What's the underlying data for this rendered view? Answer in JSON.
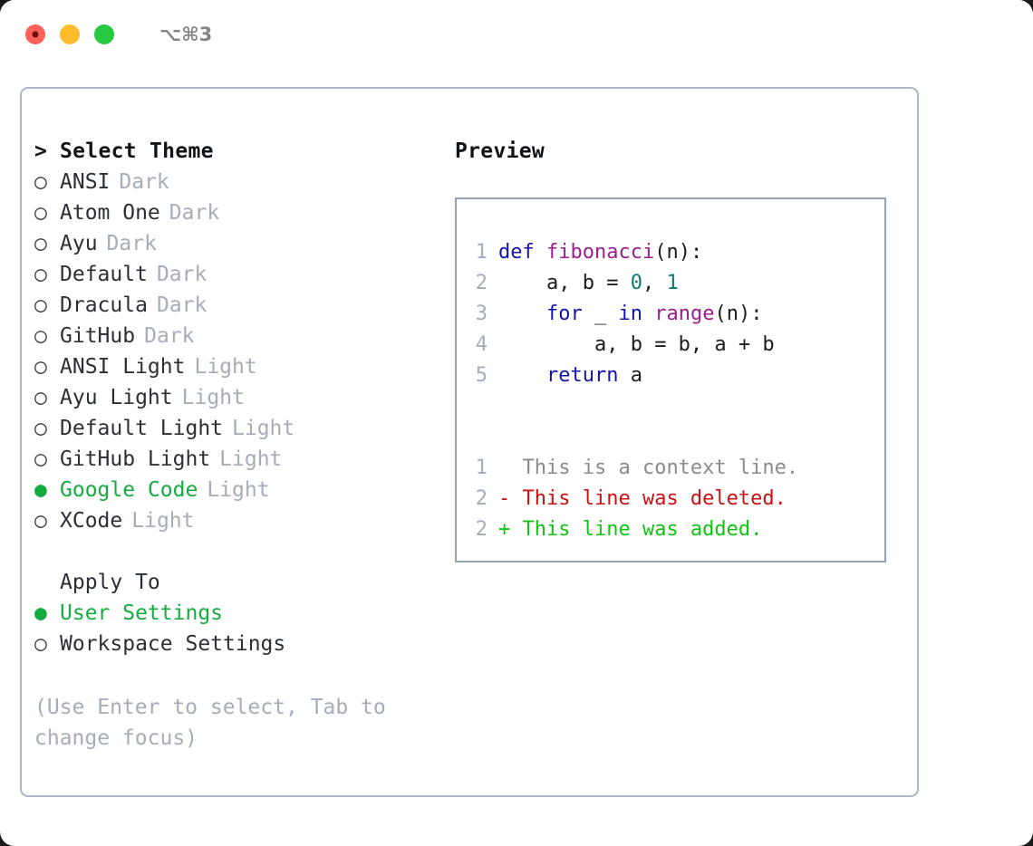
{
  "titlebar": {
    "shortcut": "⌥⌘3",
    "buttons": [
      {
        "name": "close",
        "color": "#ff6059"
      },
      {
        "name": "minimize",
        "color": "#ffbd2e"
      },
      {
        "name": "maximize",
        "color": "#26c93f"
      }
    ]
  },
  "theme_picker": {
    "header": {
      "caret": ">",
      "label": "Select Theme"
    },
    "markers": {
      "unselected": "○",
      "selected": "●"
    },
    "items": [
      {
        "marker": "○",
        "label": "ANSI",
        "suffix": "Dark",
        "selected": false
      },
      {
        "marker": "○",
        "label": "Atom One",
        "suffix": "Dark",
        "selected": false
      },
      {
        "marker": "○",
        "label": "Ayu",
        "suffix": "Dark",
        "selected": false
      },
      {
        "marker": "○",
        "label": "Default",
        "suffix": "Dark",
        "selected": false
      },
      {
        "marker": "○",
        "label": "Dracula",
        "suffix": "Dark",
        "selected": false
      },
      {
        "marker": "○",
        "label": "GitHub",
        "suffix": "Dark",
        "selected": false
      },
      {
        "marker": "○",
        "label": "ANSI Light",
        "suffix": "Light",
        "selected": false
      },
      {
        "marker": "○",
        "label": "Ayu Light",
        "suffix": "Light",
        "selected": false
      },
      {
        "marker": "○",
        "label": "Default Light",
        "suffix": "Light",
        "selected": false
      },
      {
        "marker": "○",
        "label": "GitHub Light",
        "suffix": "Light",
        "selected": false
      },
      {
        "marker": "●",
        "label": "Google Code",
        "suffix": "Light",
        "selected": true
      },
      {
        "marker": "○",
        "label": "XCode",
        "suffix": "Light",
        "selected": false
      }
    ]
  },
  "apply_to": {
    "header": "Apply To",
    "items": [
      {
        "marker": "●",
        "label": "User Settings",
        "selected": true
      },
      {
        "marker": "○",
        "label": "Workspace Settings",
        "selected": false
      }
    ]
  },
  "hint": "(Use Enter to select, Tab to change focus)",
  "preview": {
    "title": "Preview",
    "code_lines": [
      {
        "num": "1",
        "indent": "",
        "tokens": [
          {
            "t": "def ",
            "c": "kw"
          },
          {
            "t": "fibonacci",
            "c": "fn"
          },
          {
            "t": "(n):",
            "c": "pl"
          }
        ]
      },
      {
        "num": "2",
        "indent": "    ",
        "tokens": [
          {
            "t": "a, b = ",
            "c": "pl"
          },
          {
            "t": "0",
            "c": "num"
          },
          {
            "t": ", ",
            "c": "pl"
          },
          {
            "t": "1",
            "c": "num"
          }
        ]
      },
      {
        "num": "3",
        "indent": "    ",
        "tokens": [
          {
            "t": "for ",
            "c": "kw"
          },
          {
            "t": "_ ",
            "c": "pl"
          },
          {
            "t": "in ",
            "c": "kw"
          },
          {
            "t": "range",
            "c": "fn"
          },
          {
            "t": "(n):",
            "c": "pl"
          }
        ]
      },
      {
        "num": "4",
        "indent": "        ",
        "tokens": [
          {
            "t": "a, b = b, a + b",
            "c": "pl"
          }
        ]
      },
      {
        "num": "5",
        "indent": "    ",
        "tokens": [
          {
            "t": "return ",
            "c": "kw"
          },
          {
            "t": "a",
            "c": "pl"
          }
        ]
      }
    ],
    "diff_lines": [
      {
        "num": "1",
        "sign": " ",
        "text": "This is a context line.",
        "kind": "ctx"
      },
      {
        "num": "2",
        "sign": "-",
        "text": "This line was deleted.",
        "kind": "del"
      },
      {
        "num": "2",
        "sign": "+",
        "text": "This line was added.",
        "kind": "add"
      }
    ]
  },
  "colors": {
    "selected_green": "#17ac42",
    "muted": "#a6adb9",
    "keyword": "#1313a8",
    "function": "#9c1d8c",
    "number": "#0d7a78",
    "diff_delete": "#cc1111",
    "diff_add": "#12c412",
    "panel_border": "#adb6c4",
    "preview_border": "#97a3b2"
  }
}
